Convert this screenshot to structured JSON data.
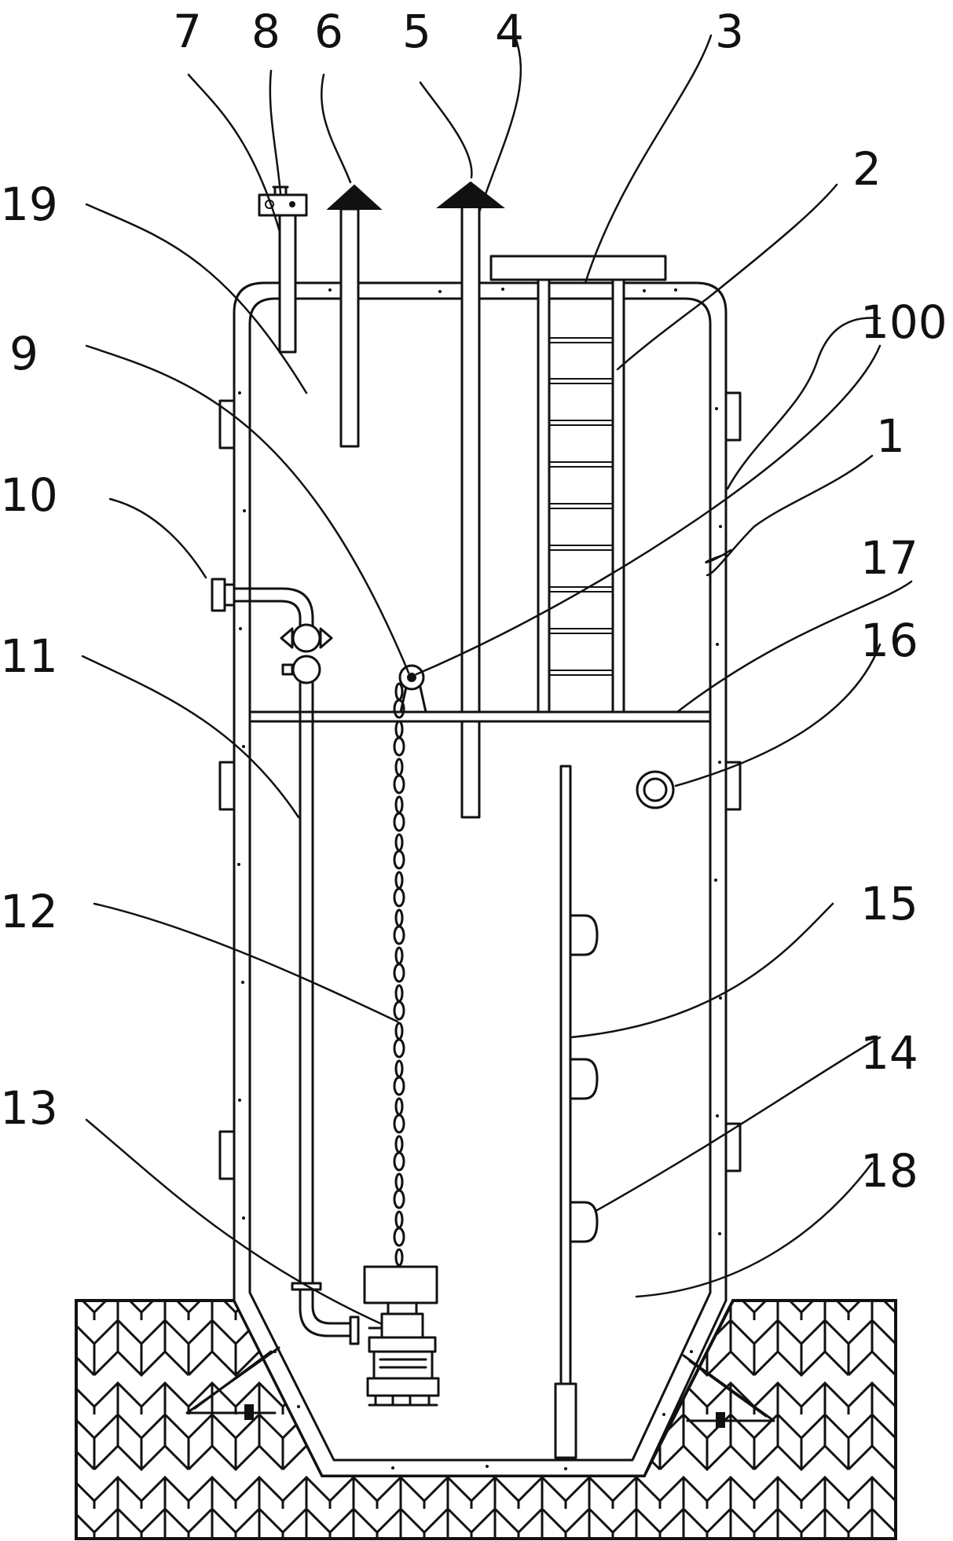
{
  "diagram": {
    "labels": {
      "l1": "1",
      "l2": "2",
      "l3": "3",
      "l4": "4",
      "l5": "5",
      "l6": "6",
      "l7": "7",
      "l8": "8",
      "l9": "9",
      "l10": "10",
      "l11": "11",
      "l12": "12",
      "l13": "13",
      "l14": "14",
      "l15": "15",
      "l16": "16",
      "l17": "17",
      "l18": "18",
      "l19": "19",
      "l100": "100"
    }
  }
}
